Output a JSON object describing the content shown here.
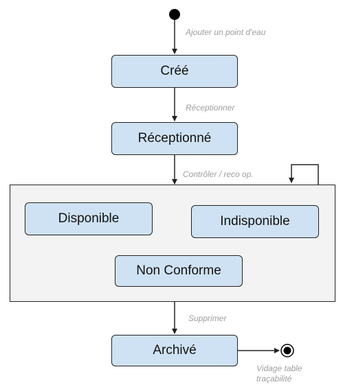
{
  "states": {
    "cree": "Créé",
    "receptionne": "Réceptionné",
    "disponible": "Disponible",
    "indisponible": "Indisponible",
    "non_conforme": "Non Conforme",
    "archive": "Archivé"
  },
  "transitions": {
    "ajouter": "Ajouter un point d'eau",
    "receptionner": "Réceptionner",
    "controler": "Contrôler / reco op.",
    "supprimer": "Supprimer"
  },
  "final_note": [
    "Vidage table",
    "traçabilité"
  ],
  "colors": {
    "state_fill": "#cfe2f3",
    "composite_fill": "#f3f3f3",
    "label": "#9e9e9e",
    "stroke": "#222222"
  }
}
